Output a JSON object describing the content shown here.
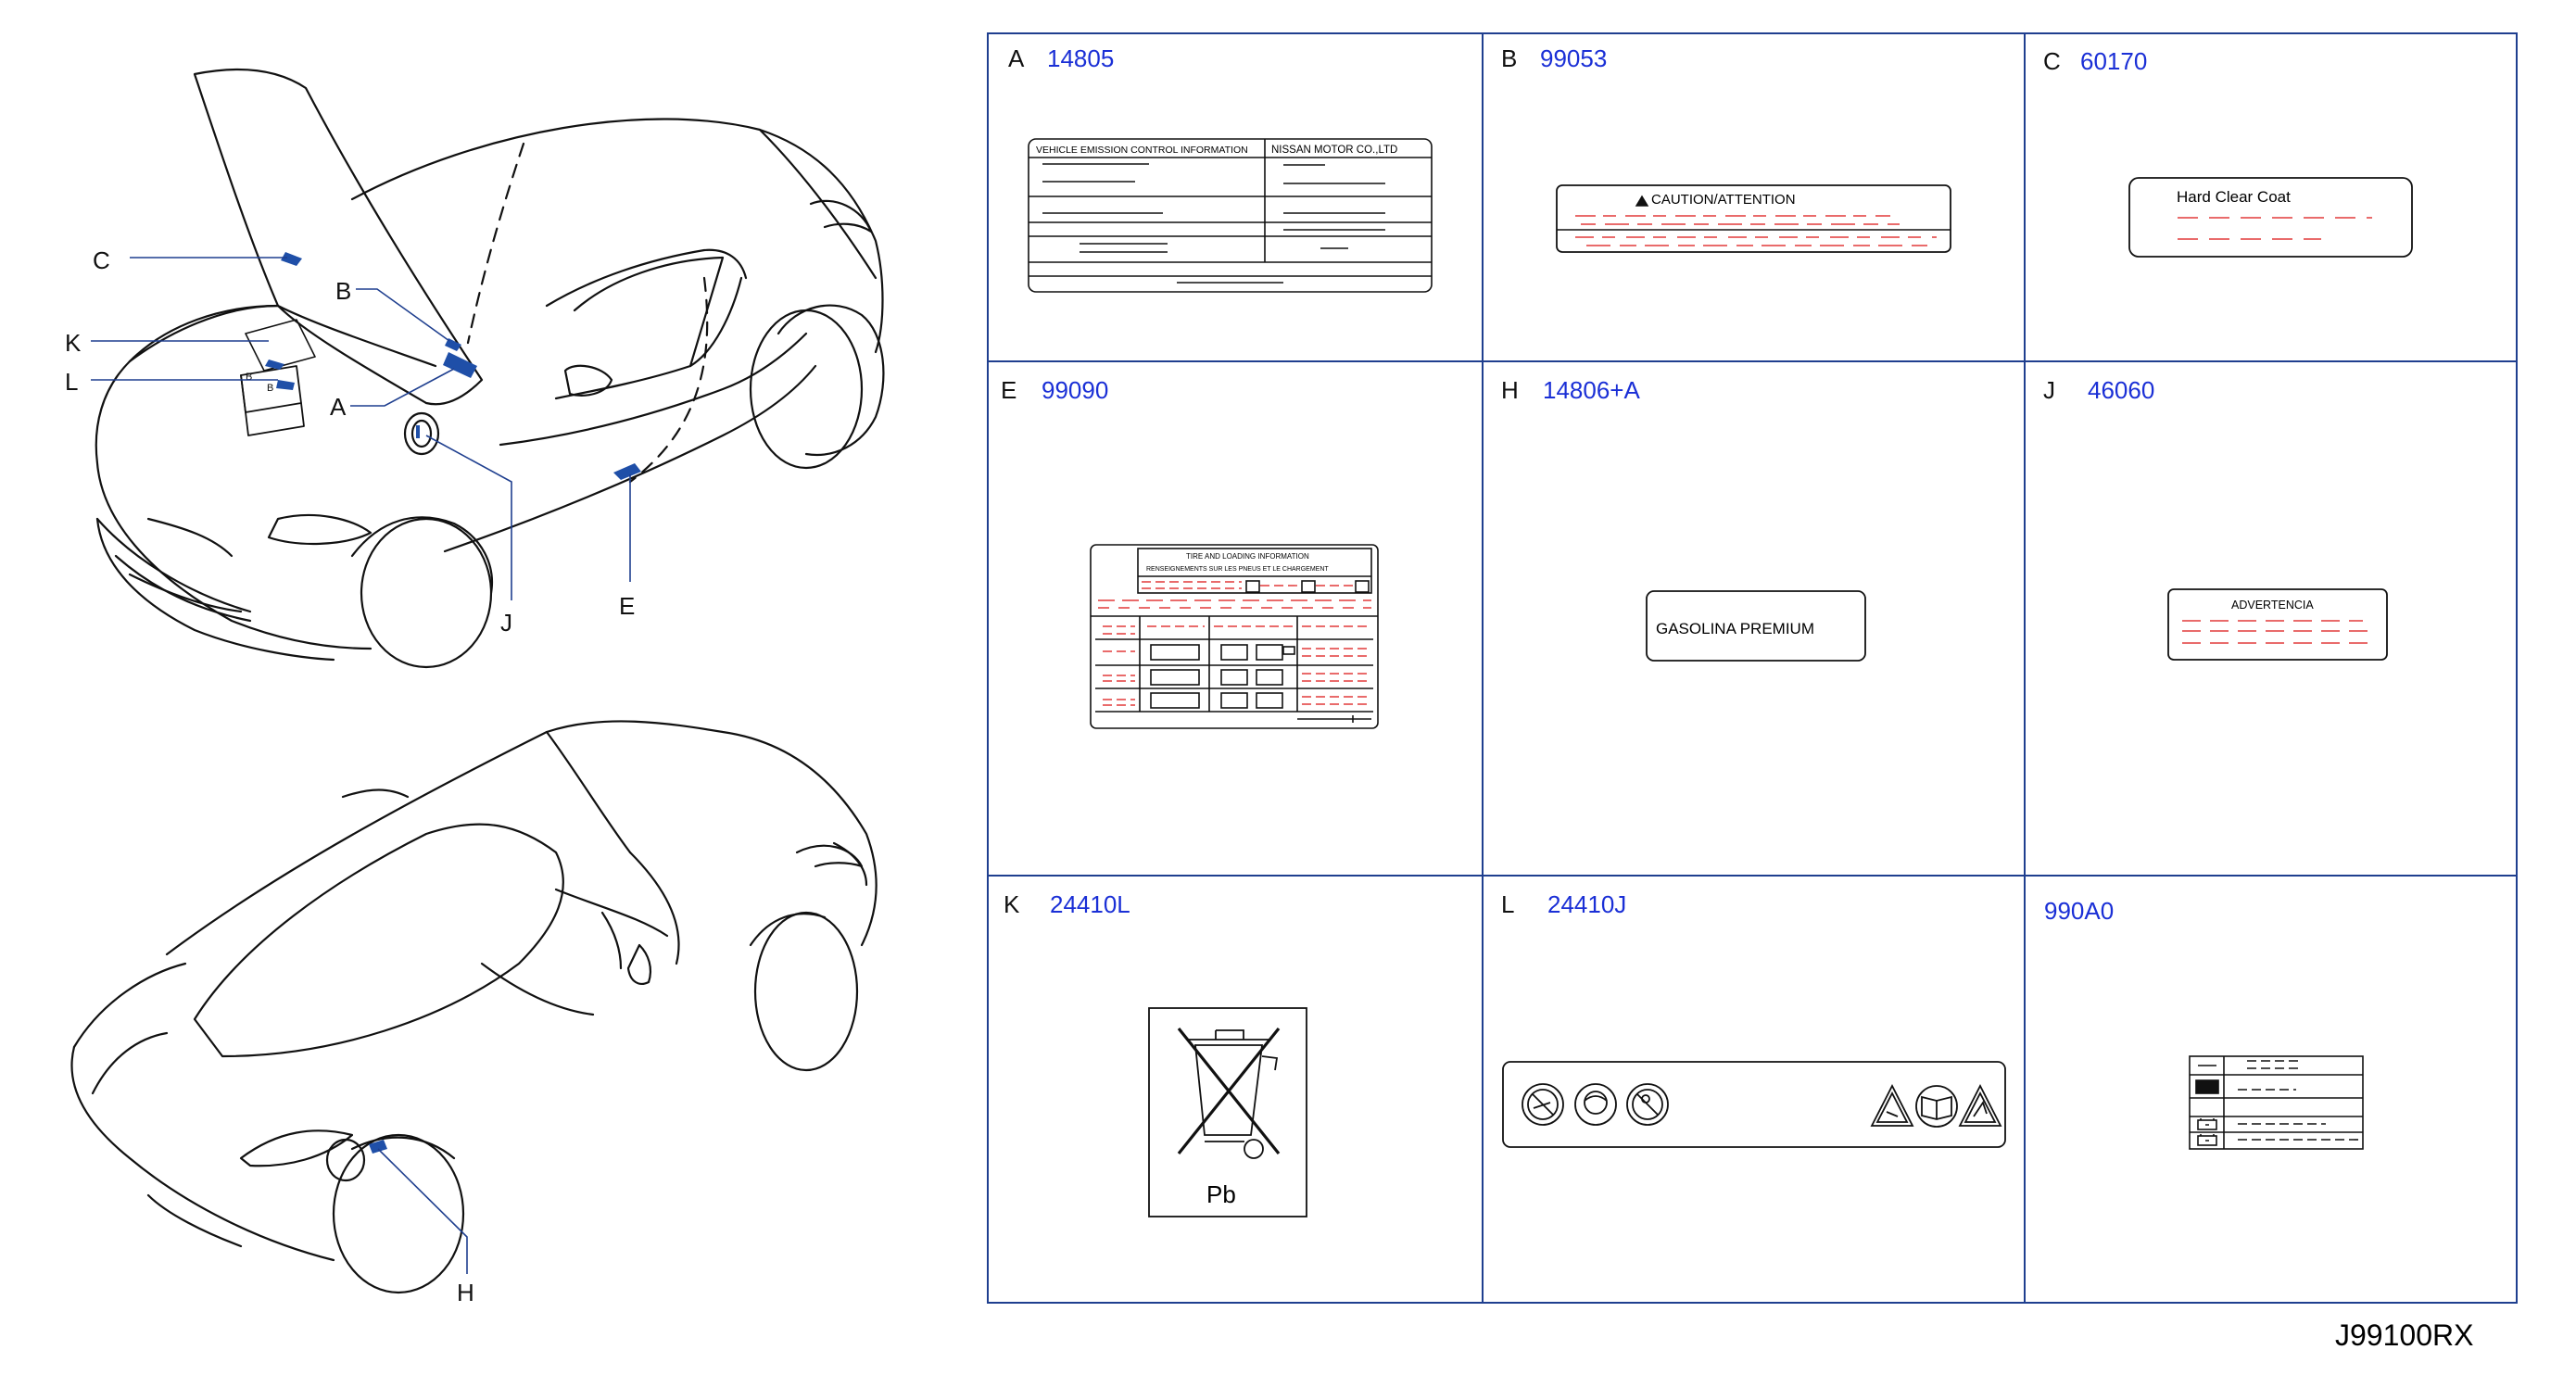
{
  "diagram_code": "J99100RX",
  "callouts": [
    {
      "letter": "C"
    },
    {
      "letter": "B"
    },
    {
      "letter": "K"
    },
    {
      "letter": "L"
    },
    {
      "letter": "A"
    },
    {
      "letter": "J"
    },
    {
      "letter": "E"
    },
    {
      "letter": "H"
    }
  ],
  "battery_marks": [
    "B",
    "B"
  ],
  "panels": [
    {
      "letter": "A",
      "code": "14805"
    },
    {
      "letter": "B",
      "code": "99053"
    },
    {
      "letter": "C",
      "code": "60170"
    },
    {
      "letter": "E",
      "code": "99090"
    },
    {
      "letter": "H",
      "code": "14806+A"
    },
    {
      "letter": "J",
      "code": "46060"
    },
    {
      "letter": "K",
      "code": "24410L"
    },
    {
      "letter": "L",
      "code": "24410J"
    },
    {
      "letter": "",
      "code": "990A0"
    }
  ],
  "label_a": {
    "title_left": "VEHICLE   EMISSION   CONTROL   INFORMATION",
    "title_right": "NISSAN    MOTOR    CO.,LTD"
  },
  "label_b": {
    "title": "CAUTION/ATTENTION"
  },
  "label_c": {
    "text": "Hard    Clear    Coat"
  },
  "label_e": {
    "row1": "TIRE        AND        LOADING        INFORMATION",
    "row2": "RENSEIGNEMENTS      SUR      LES      PNEUS      ET      LE      CHARGEMENT"
  },
  "label_h": {
    "text": "GASOLINA    PREMIUM"
  },
  "label_j": {
    "text": "ADVERTENCIA"
  },
  "label_k": {
    "text": "Pb"
  },
  "colors": {
    "code": "#1a2fd6",
    "dash": "#e23a3a",
    "sticker": "#1f4fa8",
    "frame": "#1f3f8f"
  }
}
